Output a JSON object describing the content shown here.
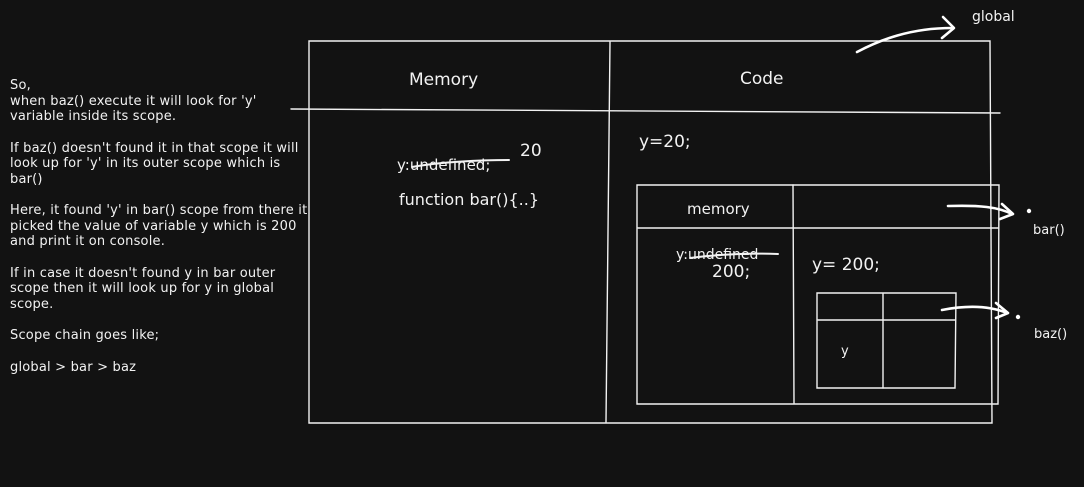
{
  "explanation": {
    "paragraphs": [
      "So,\nwhen baz() execute it will look for 'y' variable inside its scope.",
      "If baz() doesn't found it in that scope it will look up for 'y' in its outer scope which is bar()",
      "Here, it found 'y' in bar() scope from there it picked the value of variable y which is 200 and print it on console.",
      "If in case it doesn't found y in bar outer scope then it will look up for y in  global scope.",
      "Scope chain goes like;",
      "global > bar > baz"
    ]
  },
  "global_context": {
    "label": "global",
    "memory_header": "Memory",
    "code_header": "Code",
    "memory_var_prefix": "y:",
    "memory_var_struck": "undefined;",
    "memory_var_new": "20",
    "memory_fn": "function bar(){..}",
    "code_line": "y=20;"
  },
  "bar_context": {
    "label": "bar()",
    "memory_header": "memory",
    "memory_var_prefix": "y:",
    "memory_var_struck": "undefined",
    "memory_var_new": "200;",
    "code_line": "y= 200;"
  },
  "baz_context": {
    "label": "baz()",
    "memory_var": "y"
  }
}
